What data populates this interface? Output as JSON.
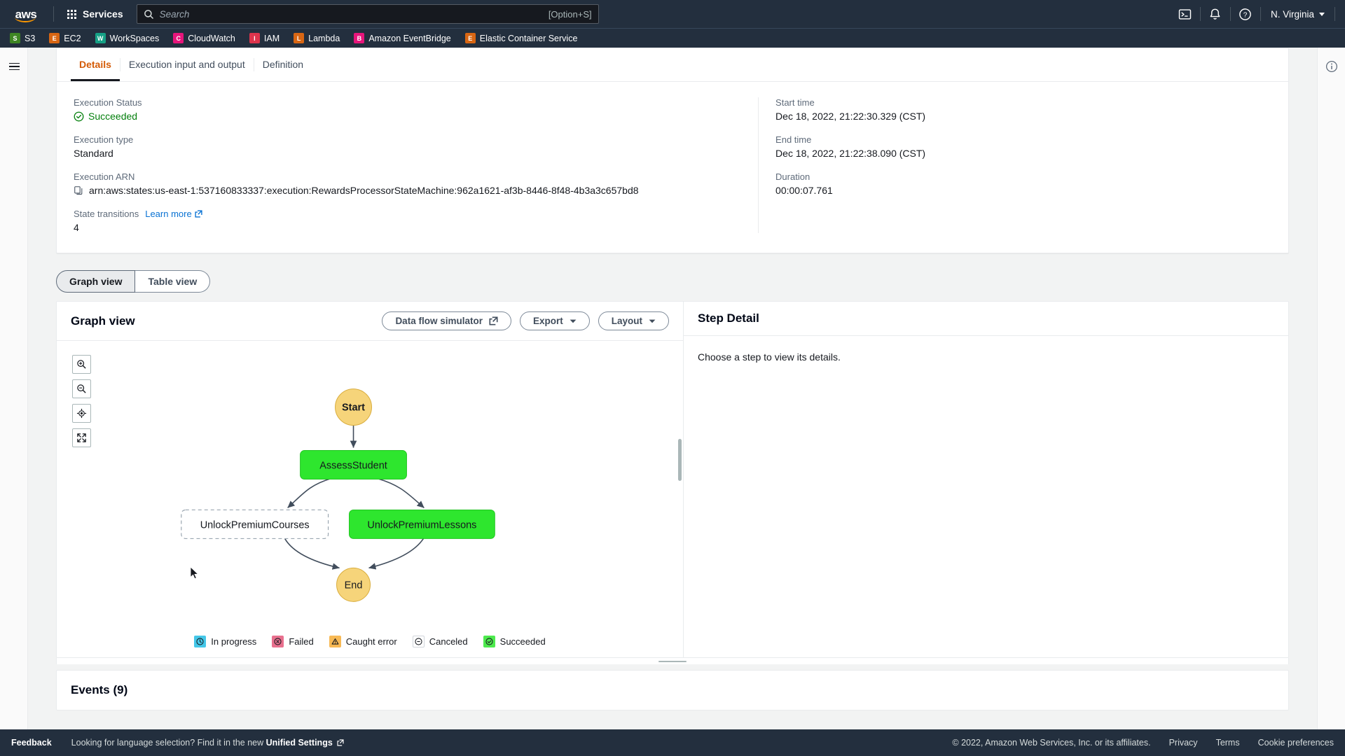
{
  "topnav": {
    "logo_text": "aws",
    "services_label": "Services",
    "search_placeholder": "Search",
    "search_value": "",
    "search_shortcut": "[Option+S]",
    "icons": [
      {
        "name": "cloudshell-icon",
        "glyph": ">_"
      },
      {
        "name": "notifications-bell-icon",
        "glyph": "bell"
      },
      {
        "name": "help-question-icon",
        "glyph": "?"
      }
    ],
    "region": "N. Virginia"
  },
  "favorites": [
    {
      "label": "S3",
      "color": "#3f8624",
      "letter": "S"
    },
    {
      "label": "EC2",
      "color": "#d86613",
      "letter": "E"
    },
    {
      "label": "WorkSpaces",
      "color": "#16a085",
      "letter": "W"
    },
    {
      "label": "CloudWatch",
      "color": "#e7157b",
      "letter": "C"
    },
    {
      "label": "IAM",
      "color": "#dd344c",
      "letter": "I"
    },
    {
      "label": "Lambda",
      "color": "#d86613",
      "letter": "L"
    },
    {
      "label": "Amazon EventBridge",
      "color": "#e7157b",
      "letter": "B"
    },
    {
      "label": "Elastic Container Service",
      "color": "#d86613",
      "letter": "E"
    }
  ],
  "tabs": [
    {
      "label": "Details",
      "active": true
    },
    {
      "label": "Execution input and output",
      "active": false
    },
    {
      "label": "Definition",
      "active": false
    }
  ],
  "details": {
    "left": [
      {
        "label": "Execution Status",
        "value": "Succeeded",
        "type": "status"
      },
      {
        "label": "Execution type",
        "value": "Standard",
        "type": "text"
      },
      {
        "label": "Execution ARN",
        "value": "arn:aws:states:us-east-1:537160833337:execution:RewardsProcessorStateMachine:962a1621-af3b-8446-8f48-4b3a3c657bd8",
        "type": "copy"
      },
      {
        "label": "State transitions",
        "value": "4",
        "type": "text",
        "link": "Learn more"
      }
    ],
    "right": [
      {
        "label": "Start time",
        "value": "Dec 18, 2022, 21:22:30.329 (CST)"
      },
      {
        "label": "End time",
        "value": "Dec 18, 2022, 21:22:38.090 (CST)"
      },
      {
        "label": "Duration",
        "value": "00:00:07.761"
      }
    ]
  },
  "view_toggle": [
    {
      "label": "Graph view",
      "active": true
    },
    {
      "label": "Table view",
      "active": false
    }
  ],
  "graph_panel": {
    "title": "Graph view",
    "buttons": [
      {
        "label": "Data flow simulator",
        "icon": "external-link-icon"
      },
      {
        "label": "Export",
        "icon": "chevron-down-icon"
      },
      {
        "label": "Layout",
        "icon": "chevron-down-icon"
      }
    ],
    "zoom_tools": [
      {
        "name": "zoom-in-button"
      },
      {
        "name": "zoom-out-button"
      },
      {
        "name": "center-focus-button"
      },
      {
        "name": "fit-to-screen-button"
      }
    ],
    "nodes": [
      {
        "id": "start",
        "label": "Start",
        "shape": "circle",
        "state": "terminal"
      },
      {
        "id": "assess",
        "label": "AssessStudent",
        "shape": "rect",
        "state": "succeeded"
      },
      {
        "id": "courses",
        "label": "UnlockPremiumCourses",
        "shape": "rect",
        "state": "not-run"
      },
      {
        "id": "lessons",
        "label": "UnlockPremiumLessons",
        "shape": "rect",
        "state": "succeeded"
      },
      {
        "id": "end",
        "label": "End",
        "shape": "circle",
        "state": "terminal"
      }
    ],
    "legend": [
      {
        "label": "In progress",
        "color": "#44c7e8",
        "icon": "clock-icon"
      },
      {
        "label": "Failed",
        "color": "#e8708e",
        "icon": "x-circle-icon"
      },
      {
        "label": "Caught error",
        "color": "#f5b níže",
        "icon": "warning-triangle-icon"
      },
      {
        "label": "Canceled",
        "color": "#ffffff",
        "icon": "minus-circle-icon"
      },
      {
        "label": "Succeeded",
        "color": "#4dea4d",
        "icon": "check-circle-icon"
      }
    ]
  },
  "step_detail": {
    "title": "Step Detail",
    "empty_text": "Choose a step to view its details."
  },
  "events": {
    "title": "Events (9)"
  },
  "footer": {
    "feedback": "Feedback",
    "language_prefix": "Looking for language selection? Find it in the new ",
    "language_link": "Unified Settings",
    "copyright": "© 2022, Amazon Web Services, Inc. or its affiliates.",
    "links": [
      "Privacy",
      "Terms",
      "Cookie preferences"
    ]
  },
  "colors": {
    "nav_bg": "#232f3e",
    "accent_orange": "#d45b07",
    "link_blue": "#0972d3",
    "success_green": "#037f0c",
    "node_green": "#2ee62e",
    "node_yellow": "#f6d47a"
  }
}
